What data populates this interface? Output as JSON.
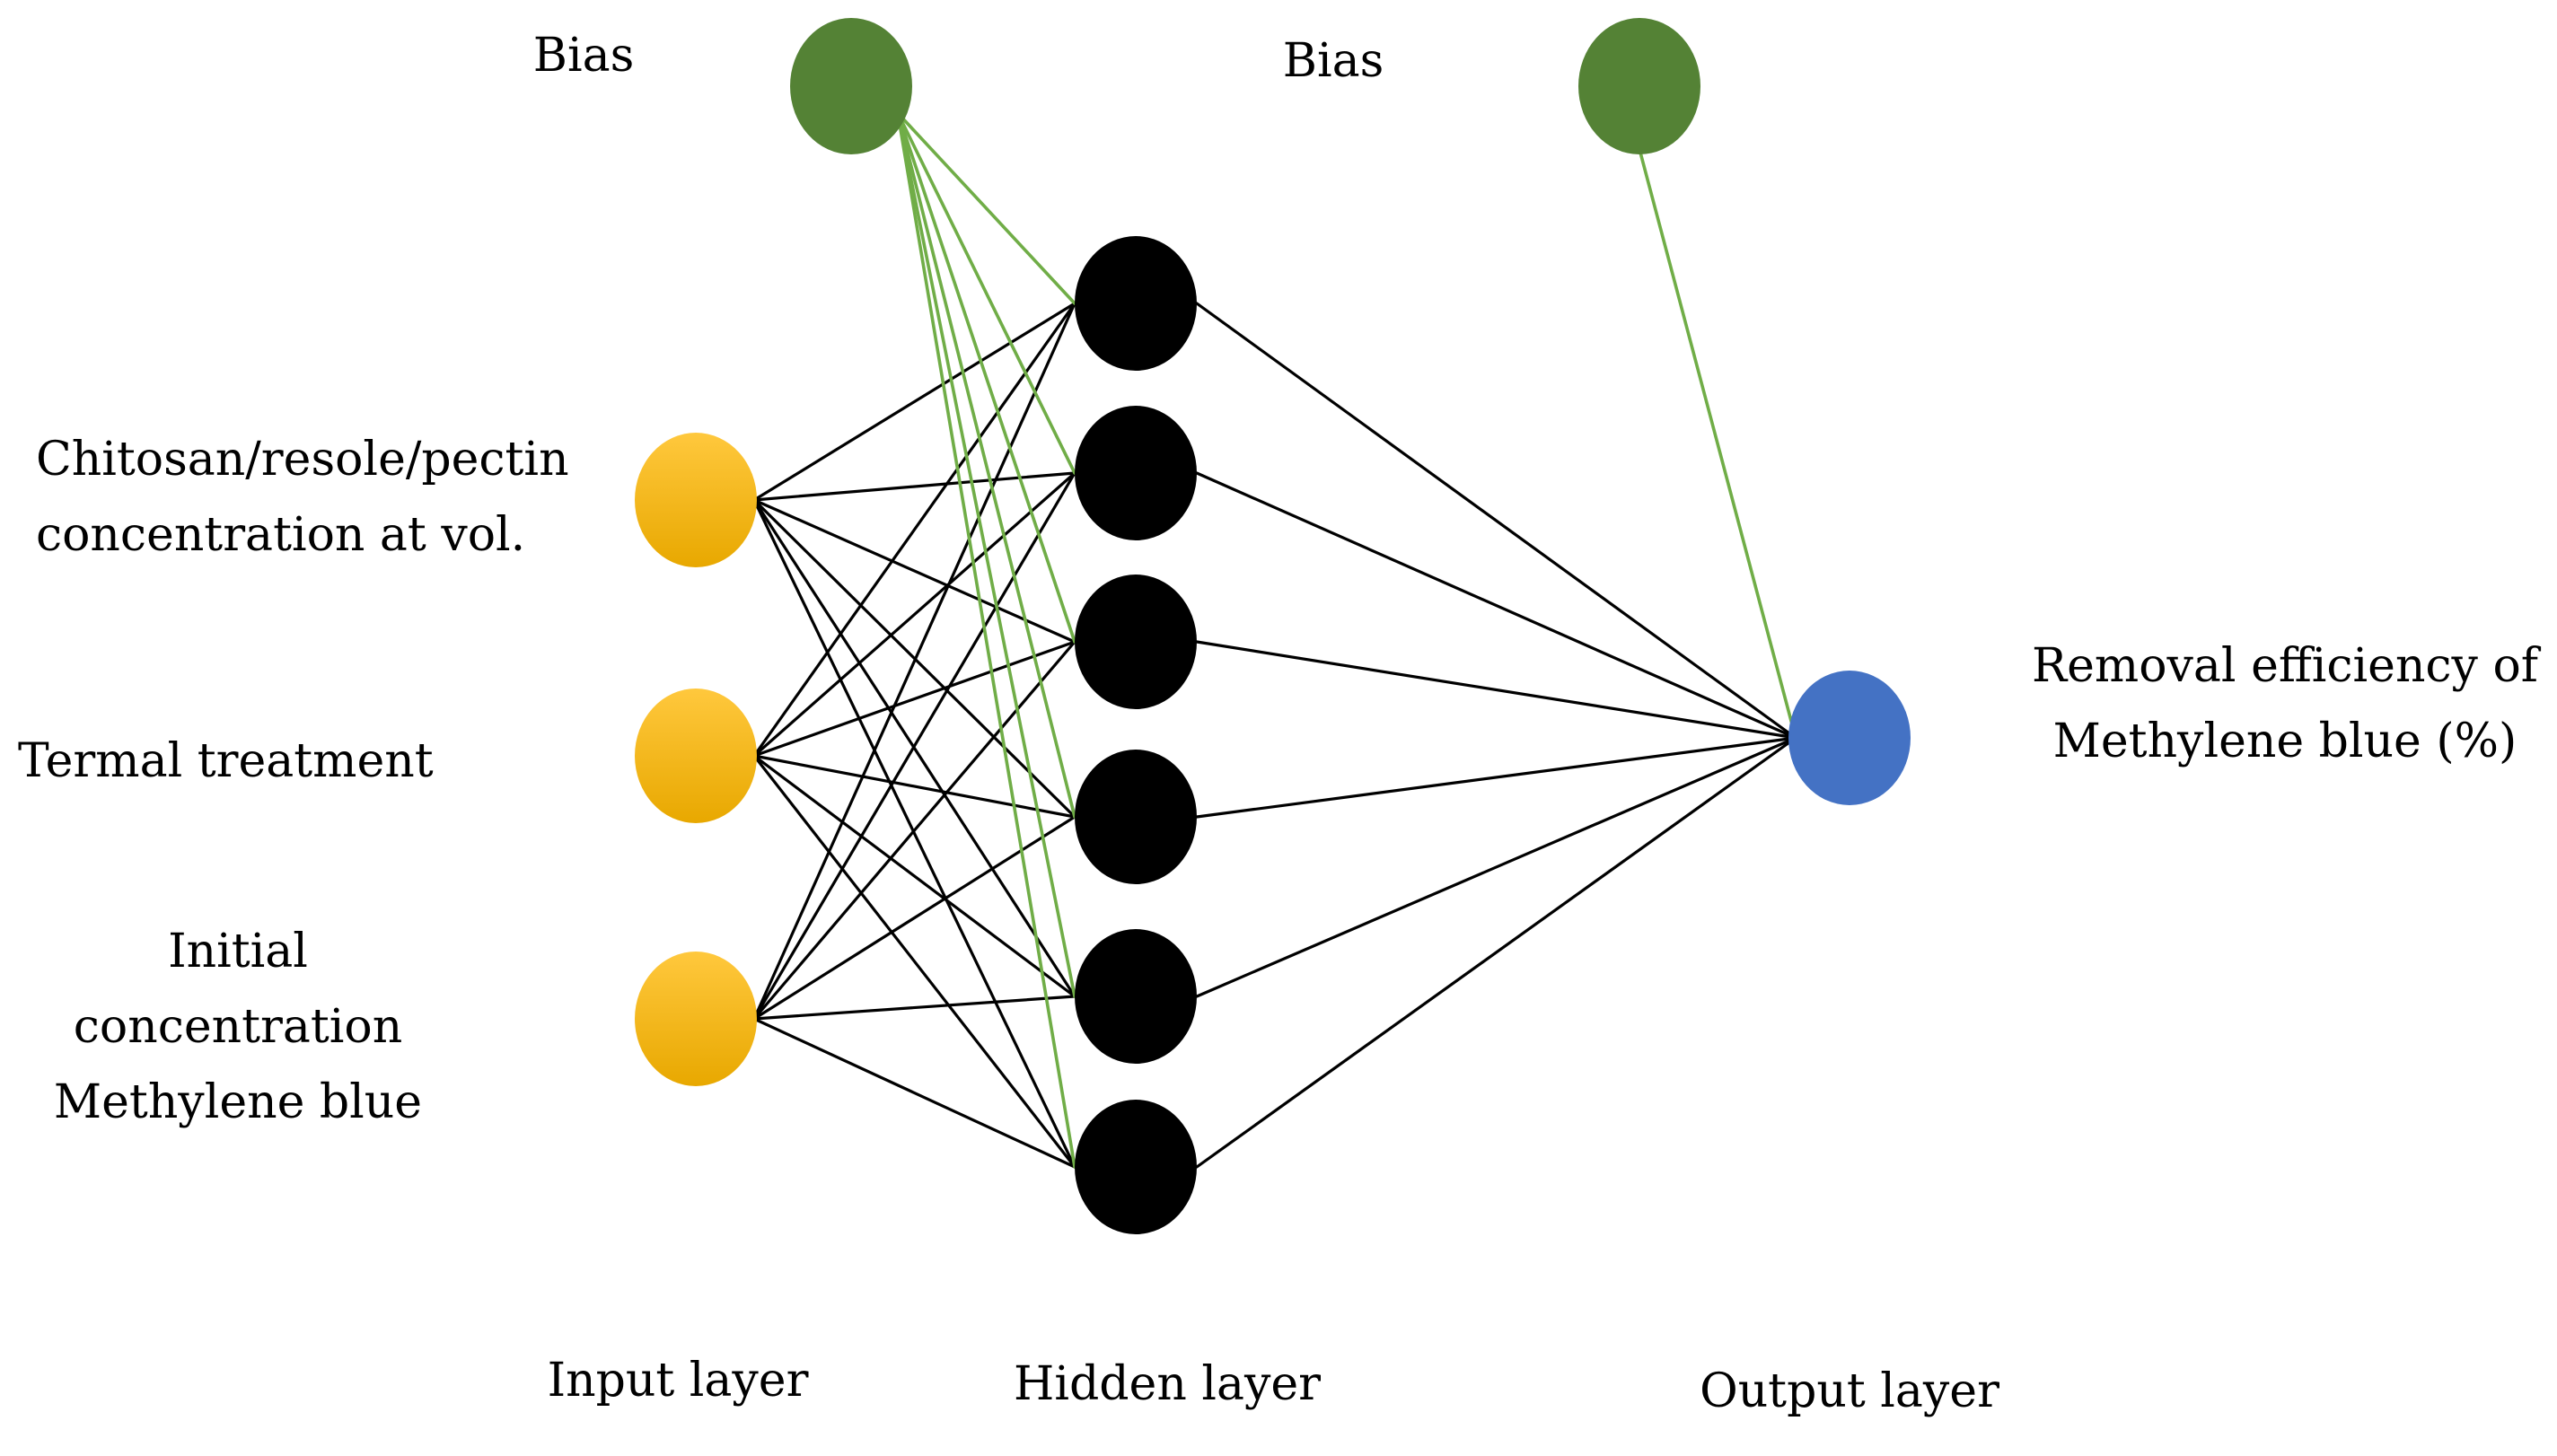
{
  "colors": {
    "bias": "#548235",
    "input": "#FFC000",
    "input_dark": "#E8A800",
    "hidden": "#000000",
    "output": "#4472C4",
    "bias_edge": "#70AD47",
    "edge": "#000000"
  },
  "labels": {
    "bias_left": "Bias",
    "bias_right": "Bias",
    "input_1": [
      "Chitosan/resole/pectin",
      "concentration at vol."
    ],
    "input_2": "Termal treatment",
    "input_3": [
      "Initial",
      "concentration",
      "Methylene blue"
    ],
    "output": [
      "Removal efficiency of",
      "Methylene blue (%)"
    ],
    "layer_input": "Input layer",
    "layer_hidden": "Hidden layer",
    "layer_output": "Output layer"
  },
  "network": {
    "input_nodes": 3,
    "hidden_nodes": 6,
    "output_nodes": 1
  }
}
